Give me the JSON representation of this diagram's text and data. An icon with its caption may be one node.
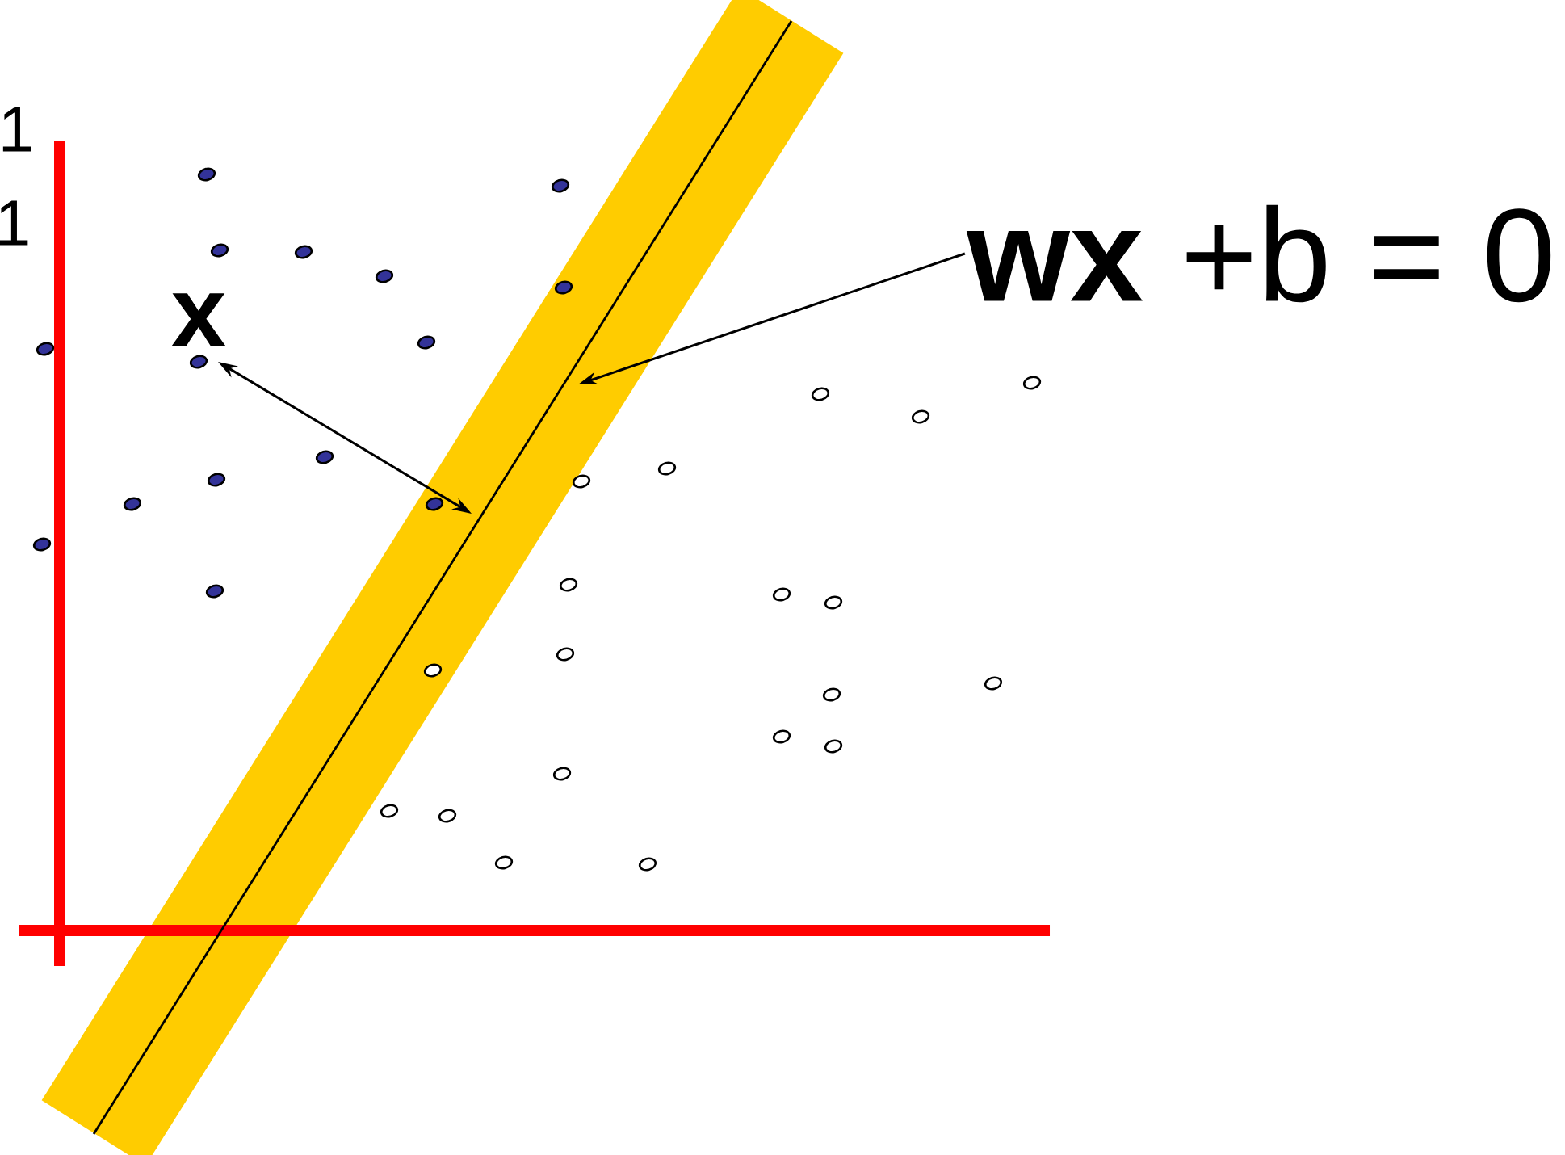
{
  "diagram": {
    "nodes": [
      {
        "text": [
          "x"
        ]
      },
      {
        "text": [],
        "shape": "bar"
      },
      {
        "text": [
          "**wx** +b = 0"
        ]
      }
    ],
    "edges": [
      {
        "from": 0,
        "to": 1,
        "arrow": "both"
      },
      {
        "from": 2,
        "to": 1,
        "arrow": "to"
      }
    ],
    "labels": [
      "1",
      "1"
    ]
  }
}
